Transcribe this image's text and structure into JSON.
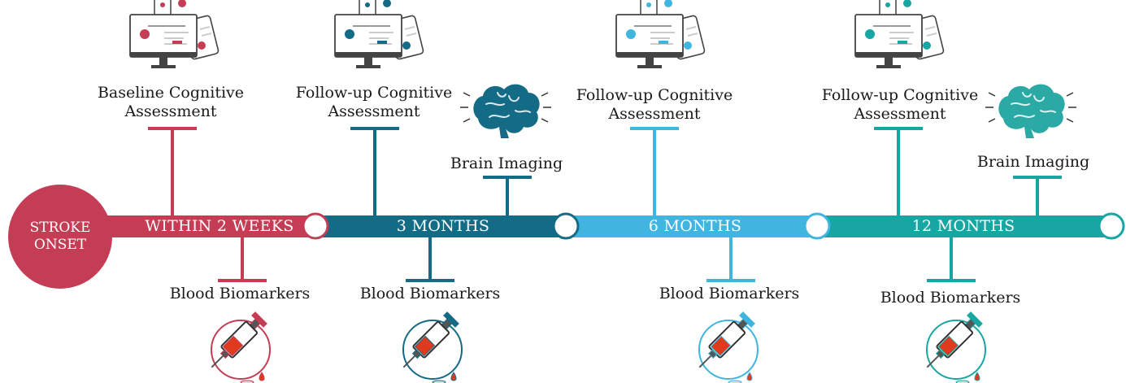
{
  "colors": {
    "phase1": "#c53c55",
    "phase2": "#136b85",
    "phase3": "#3fb5df",
    "phase4": "#18a6a2",
    "node_fill": "#ffffff",
    "blood": "#e03a1e",
    "syringe_cap_phase1": "#c53c55",
    "syringe_cap_phase2": "#136b85",
    "syringe_cap_phase3": "#3fb5df",
    "syringe_cap_phase4": "#18a6a2"
  },
  "onset": {
    "line1": "STROKE",
    "line2": "ONSET"
  },
  "phases": [
    {
      "label": "WITHIN 2 WEEKS"
    },
    {
      "label": "3 MONTHS"
    },
    {
      "label": "6 MONTHS"
    },
    {
      "label": "12 MONTHS"
    }
  ],
  "events": {
    "cog1": {
      "line1": "Baseline Cognitive",
      "line2": "Assessment",
      "icon": "computer-assessment-icon"
    },
    "cog2": {
      "line1": "Follow-up Cognitive",
      "line2": "Assessment",
      "icon": "computer-assessment-icon"
    },
    "cog3": {
      "line1": "Follow-up Cognitive",
      "line2": "Assessment",
      "icon": "computer-assessment-icon"
    },
    "cog4": {
      "line1": "Follow-up Cognitive",
      "line2": "Assessment",
      "icon": "computer-assessment-icon"
    },
    "img1": {
      "label": "Brain Imaging",
      "icon": "brain-icon"
    },
    "img2": {
      "label": "Brain Imaging",
      "icon": "brain-icon"
    },
    "blood1": {
      "label": "Blood Biomarkers",
      "icon": "syringe-icon"
    },
    "blood2": {
      "label": "Blood Biomarkers",
      "icon": "syringe-icon"
    },
    "blood3": {
      "label": "Blood Biomarkers",
      "icon": "syringe-icon"
    },
    "blood4": {
      "label": "Blood Biomarkers",
      "icon": "syringe-icon"
    }
  }
}
